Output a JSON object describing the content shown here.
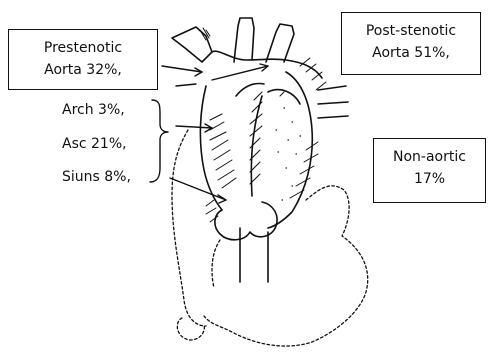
{
  "labels": {
    "prestenotic_line1": "Prestenotic",
    "prestenotic_line2": "Aorta 32%,",
    "poststenotic_line1": "Post-stenotic",
    "poststenotic_line2": "Aorta 51%,",
    "nonaortic_line1": "Non-aortic",
    "nonaortic_line2": "17%",
    "arch": "Arch 3%,",
    "asc": "Asc 21%,",
    "sinus": "Siuns 8%,"
  }
}
